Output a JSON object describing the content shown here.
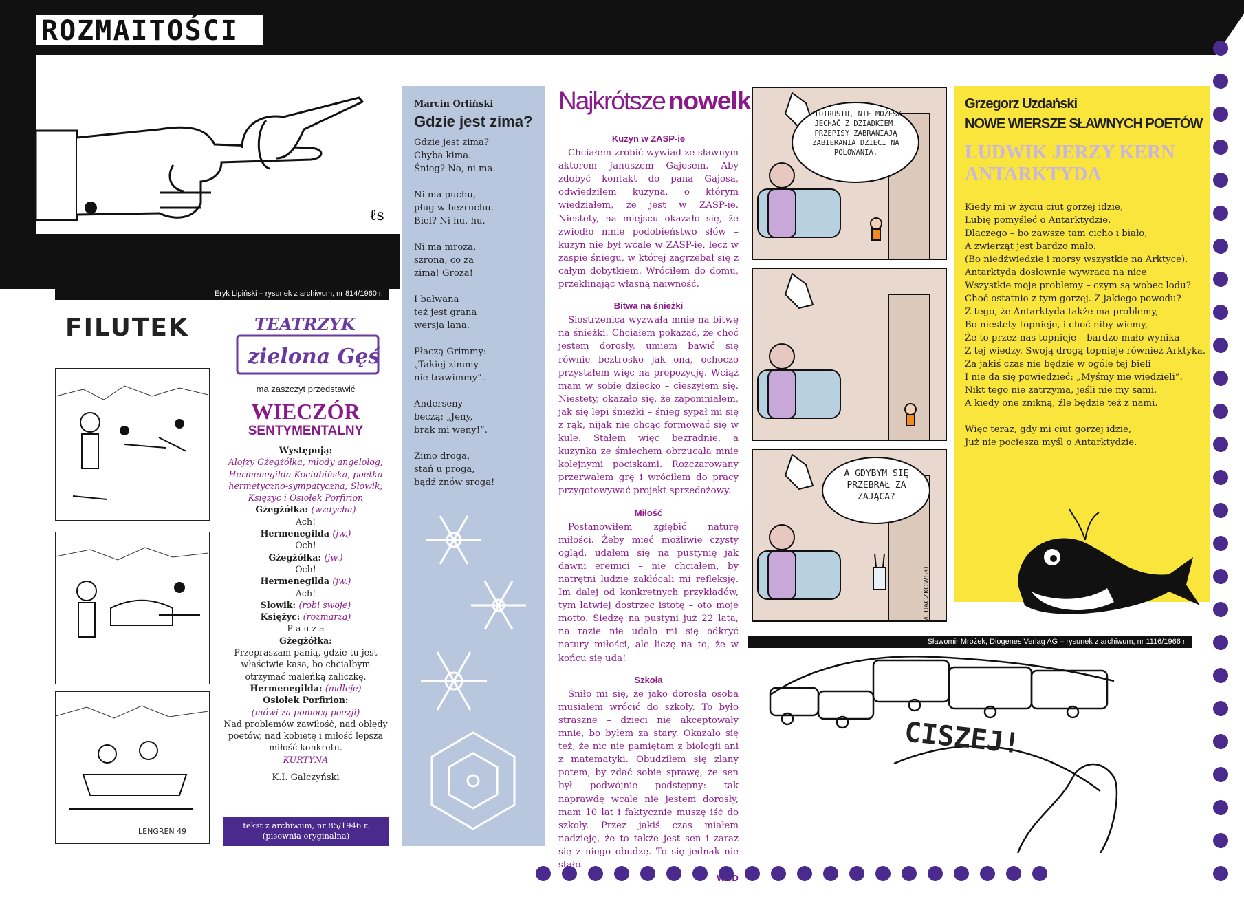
{
  "header": {
    "section_title": "ROZMAITOŚCI"
  },
  "lipinski": {
    "caption": "Eryk Lipiński – rysunek z archiwum, nr 814/1960 r."
  },
  "filutek": {
    "title": "FILUTEK",
    "signature": "LENGREN 49"
  },
  "teatrzyk": {
    "logo_line1": "TEATRZYK",
    "logo_line2": "zielona Gęś",
    "intro": "ma zaszczyt przedstawić",
    "title1": "WIECZÓR",
    "title2": "SENTYMENTALNY",
    "lines": [
      {
        "b": "Występują:",
        "i": ""
      },
      {
        "b": "",
        "i": "Alojzy Gżegżółka, młody angelolog; Hermenegilda Kociubińska, poetka hermetyczno-sympatyczna; Słowik; Księżyc i Osiołek Porfirion"
      },
      {
        "b": "Gżegżółka:",
        "i": "(wzdycha)"
      },
      {
        "b": "",
        "t": "Ach!"
      },
      {
        "b": "Hermenegilda",
        "i": "(jw.)"
      },
      {
        "b": "",
        "t": "Och!"
      },
      {
        "b": "Gżegżółka:",
        "i": "(jw.)"
      },
      {
        "b": "",
        "t": "Och!"
      },
      {
        "b": "Hermenegilda",
        "i": "(jw.)"
      },
      {
        "b": "",
        "t": "Ach!"
      },
      {
        "b": "Słowik:",
        "i": "(robi swoje)"
      },
      {
        "b": "Księżyc:",
        "i": "(rozmarza)"
      },
      {
        "b": "",
        "t": "P a u z a"
      },
      {
        "b": "Gżegżółka:",
        "i": ""
      },
      {
        "b": "",
        "t": "Przepraszam panią, gdzie tu jest właściwie kasa, bo chciałbym otrzymać maleńką zaliczkę."
      },
      {
        "b": "Hermenegilda:",
        "i": "(mdleje)"
      },
      {
        "b": "Osiołek Porfirion:",
        "i": ""
      },
      {
        "b": "",
        "i": "(mówi za pomocą poezji)"
      },
      {
        "b": "",
        "t": "Nad problemów zawiłość, nad obłędy poetów, nad kobietę i miłość lepsza miłość konkretu."
      },
      {
        "b": "",
        "i": "KURTYNA"
      }
    ],
    "author": "K.I. Gałczyński",
    "caption": "tekst z archiwum, nr 85/1946 r. (pisownia oryginalna)"
  },
  "zima": {
    "author": "Marcin Orliński",
    "title": "Gdzie jest zima?",
    "stanzas": [
      "Gdzie jest zima?\nChyba kima.\nŚnieg? No, ni ma.",
      "Ni ma puchu,\npług w bezruchu.\nBiel? Ni hu, hu.",
      "Ni ma mroza,\nszrona, co za\nzima! Groza!",
      "I bałwana\nteż jest grana\nwersja lana.",
      "Płaczą Grimmy:\n„Takiej zimmy\nnie trawimmy”.",
      "Anderseny\nbeczą: „Jeny,\nbrak mi weny!”.",
      "Zimo droga,\nstań u proga,\nbądź znów sroga!"
    ]
  },
  "nowelki": {
    "title_light": "Najkrótsze",
    "title_bold": "nowelki",
    "sections": [
      {
        "h": "Kuzyn w ZASP-ie",
        "t": "Chciałem zrobić wywiad ze sławnym aktorem Januszem Gajosem. Aby zdobyć kontakt do pana Gajosa, odwiedziłem kuzyna, o którym wiedziałem, że jest w ZASP-ie. Niestety, na miejscu okazało się, że zwiodło mnie podobieństwo słów – kuzyn nie był wcale w ZASP-ie, lecz w zaspie śniegu, w której zagrzebał się z całym dobytkiem. Wróciłem do domu, przeklinając własną naiwność."
      },
      {
        "h": "Bitwa na śnieżki",
        "t": "Siostrzenica wyzwała mnie na bitwę na śnieżki. Chciałem pokazać, że choć jestem dorosły, umiem bawić się równie beztrosko jak ona, ochoczo przystałem więc na propozycję. Wciąż mam w sobie dziecko – cieszyłem się. Niestety, okazało się, że zapomniałem, jak się lepi śnieżki – śnieg sypał mi się z rąk, nijak nie chcąc formować się w kule. Stałem więc bezradnie, a kuzynka ze śmiechem obrzucała mnie kolejnymi pociskami. Rozczarowany przerwałem grę i wróciłem do pracy przygotowywać projekt sprzedażowy."
      },
      {
        "h": "Miłość",
        "t": "Postanowiłem zgłębić naturę miłości. Żeby mieć możliwie czysty ogląd, udałem się na pustynię jak dawni eremici – nie chciałem, by natrętni ludzie zakłócali mi refleksję. Im dalej od konkretnych przykładów, tym łatwiej dostrzec istotę – oto moje motto. Siedzę na pustyni już 22 lata, na razie nie udało mi się odkryć natury miłości, ale liczę na to, że w końcu się uda!"
      },
      {
        "h": "Szkoła",
        "t": "Śniło mi się, że jako dorosła osoba musiałem wrócić do szkoły. To było straszne – dzieci nie akceptowały mnie, bo byłem za stary. Okazało się też, że nic nie pamiętam z biologii ani z matematyki. Obudziłem się zlany potem, by zdać sobie sprawę, że sen był podwójnie podstępny: tak naprawdę wcale nie jestem dorosły, mam 10 lat i faktycznie muszę iść do szkoły. Przez jakiś czas miałem nadzieję, że to także jest sen i zaraz się z niego obudzę. To się jednak nie stało."
      }
    ],
    "signature": "WBD"
  },
  "mrozek": {
    "bubble1": "PIOTRUSIU, NIE MOŻESZ JECHAĆ Z DZIADKIEM. PRZEPISY ZABRANIAJĄ ZABIERANIA DZIECI NA POLOWANIA.",
    "bubble3": "A GDYBYM SIĘ PRZEBRAŁ ZA ZAJĄCA?",
    "signature": "M. RACZKOWSKI",
    "caption": "Sławomir Mrożek, Diogenes Verlag AG – rysunek z archiwum, nr 1116/1966 r."
  },
  "wiersze": {
    "author": "Grzegorz Uzdański",
    "series": "NOWE WIERSZE SŁAWNYCH POETÓW",
    "poet": "LUDWIK JERZY KERN",
    "poem_title": "ANTARKTYDA",
    "lines": [
      "Kiedy mi w życiu ciut gorzej idzie,",
      "Lubię pomyśleć o Antarktydzie.",
      "Dlaczego – bo zawsze tam cicho i biało,",
      "A zwierząt jest bardzo mało.",
      "(Bo niedźwiedzie i morsy wszystkie na Arktyce).",
      "Antarktyda dosłownie wywraca na nice",
      "Wszystkie moje problemy – czym są wobec lodu?",
      "Choć ostatnio z tym gorzej. Z jakiego powodu?",
      "Z tego, że Antarktyda także ma problemy,",
      "Bo niestety topnieje, i choć niby wiemy,",
      "Że to przez nas topnieje – bardzo mało wynika",
      "Z tej wiedzy. Swoją drogą topnieje również Arktyka.",
      "Za jakiś czas nie będzie w ogóle tej bieli",
      "I nie da się powiedzieć: „Myśmy nie wiedzieli”.",
      "Nikt tego nie zatrzyma, jeśli nie my sami.",
      "A kiedy one znikną, źle będzie też z nami.",
      "",
      "Więc teraz, gdy mi ciut gorzej idzie,",
      "Już nie pociesza myśl o Antarktydzie."
    ]
  },
  "ciszej": {
    "text": "CISZEJ!"
  },
  "colors": {
    "purple": "#8a1a8a",
    "dots": "#4a2a8c",
    "yellow": "#fae53c",
    "blue": "#b8c6de",
    "lavender": "#c9b6df"
  }
}
